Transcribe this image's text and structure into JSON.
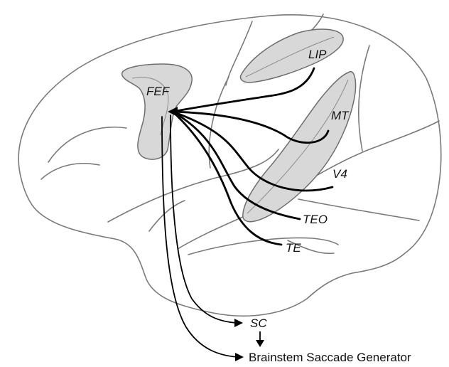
{
  "labels": {
    "fef": "FEF",
    "lip": "LIP",
    "mt": "MT",
    "v4": "V4",
    "teo": "TEO",
    "te": "TE",
    "sc": "SC",
    "brainstem": "Brainstem Saccade Generator"
  },
  "colors": {
    "region_fill": "#d8d8d8",
    "outline": "#7a7a7a",
    "projection": "#000000"
  }
}
